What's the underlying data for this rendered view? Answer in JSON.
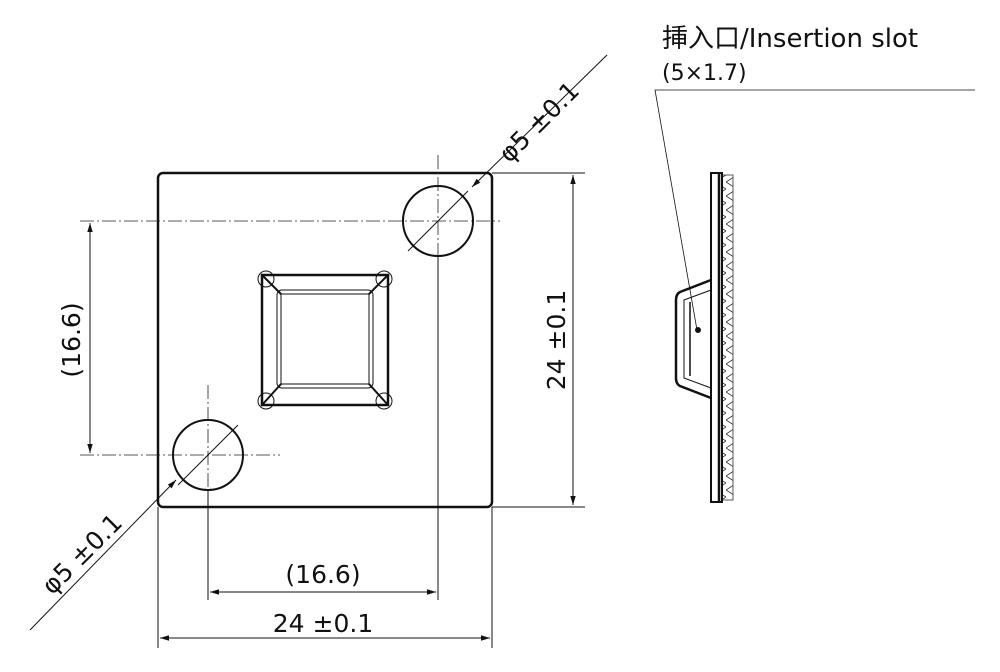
{
  "label": {
    "title": "挿入口/Insertion slot",
    "size": "(5×1.7)"
  },
  "dims": {
    "hole_top": "φ5 ±0.1",
    "hole_bottom": "φ5 ±0.1",
    "height": "24 ±0.1",
    "width": "24 ±0.1",
    "pitch_vertical": "(16.6)",
    "pitch_horizontal": "(16.6)"
  },
  "colors": {
    "line": "#111111",
    "background": "#ffffff"
  }
}
